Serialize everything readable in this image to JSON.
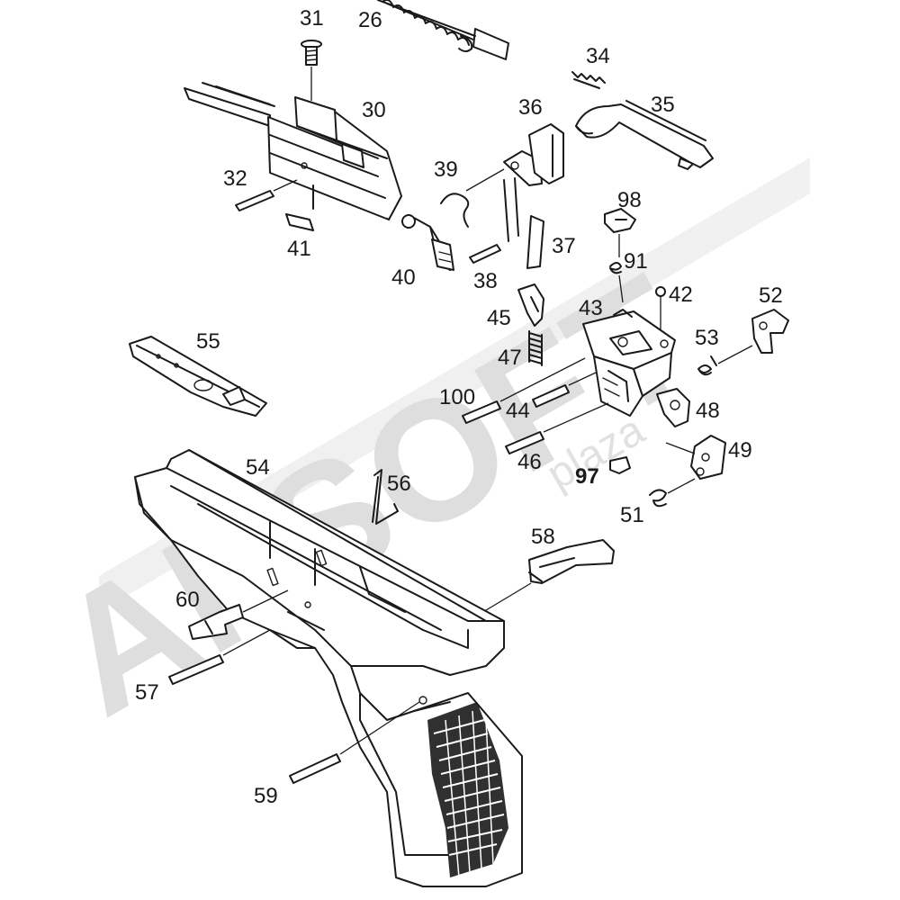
{
  "diagram": {
    "watermark": {
      "brand": "APSOFT",
      "sub": "plaza",
      "color": "#d9d9d9"
    },
    "callouts": {
      "p26": "26",
      "p30": "30",
      "p31": "31",
      "p32": "32",
      "p34": "34",
      "p35": "35",
      "p36": "36",
      "p37": "37",
      "p38": "38",
      "p39": "39",
      "p40": "40",
      "p41": "41",
      "p42": "42",
      "p43": "43",
      "p44": "44",
      "p45": "45",
      "p46": "46",
      "p47": "47",
      "p48": "48",
      "p49": "49",
      "p51": "51",
      "p52": "52",
      "p53": "53",
      "p54": "54",
      "p55": "55",
      "p56": "56",
      "p57": "57",
      "p58": "58",
      "p59": "59",
      "p60": "60",
      "p91": "91",
      "p97": "97",
      "p98": "98",
      "p100": "100"
    }
  }
}
